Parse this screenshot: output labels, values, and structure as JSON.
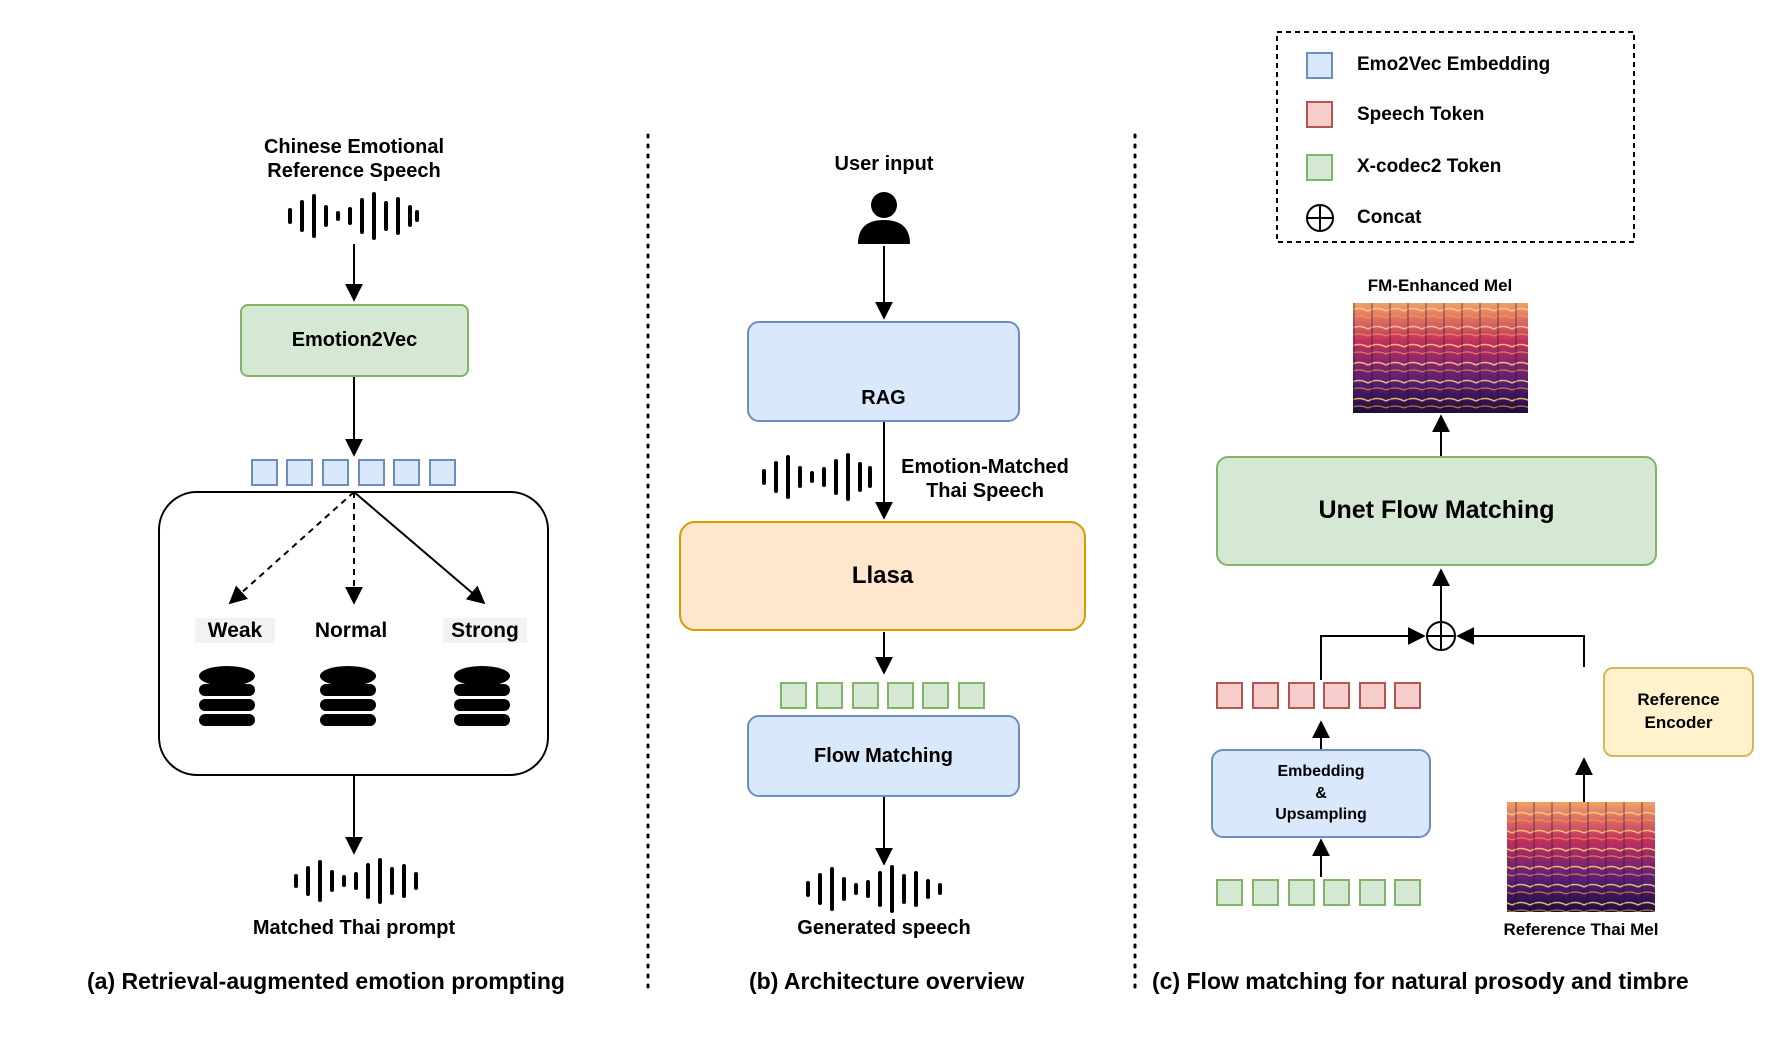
{
  "panel_a": {
    "input_label_line1": "Chinese Emotional",
    "input_label_line2": "Reference Speech",
    "emotion2vec": "Emotion2Vec",
    "weak": "Weak",
    "normal": "Normal",
    "strong": "Strong",
    "output_label": "Matched Thai prompt",
    "caption": "(a) Retrieval-augmented emotion prompting"
  },
  "panel_b": {
    "user_input": "User input",
    "rag": "RAG",
    "emotion_matched_line1": "Emotion-Matched",
    "emotion_matched_line2": "Thai Speech",
    "llasa": "Llasa",
    "flow_matching": "Flow Matching",
    "output_label": "Generated speech",
    "caption": "(b) Architecture overview"
  },
  "panel_c": {
    "legend": {
      "emo2vec": "Emo2Vec Embedding",
      "speech_token": "Speech Token",
      "xcodec2": "X-codec2 Token",
      "concat": "Concat"
    },
    "fm_enhanced_mel": "FM-Enhanced Mel",
    "unet": "Unet Flow Matching",
    "embedding_line1": "Embedding",
    "embedding_line2": "&",
    "embedding_line3": "Upsampling",
    "reference_encoder_line1": "Reference",
    "reference_encoder_line2": "Encoder",
    "reference_mel": "Reference Thai Mel",
    "caption": "(c) Flow matching for natural prosody and timbre"
  },
  "colors": {
    "blue_fill": "#dae8fc",
    "blue_stroke": "#6c8ebf",
    "green_fill": "#d5e8d4",
    "green_stroke": "#82b366",
    "red_fill": "#f8cecc",
    "red_stroke": "#b85450",
    "orange_fill": "#ffe6cc",
    "orange_stroke": "#d79b00",
    "yellow_fill": "#fff2cc",
    "yellow_stroke": "#d6b656"
  }
}
